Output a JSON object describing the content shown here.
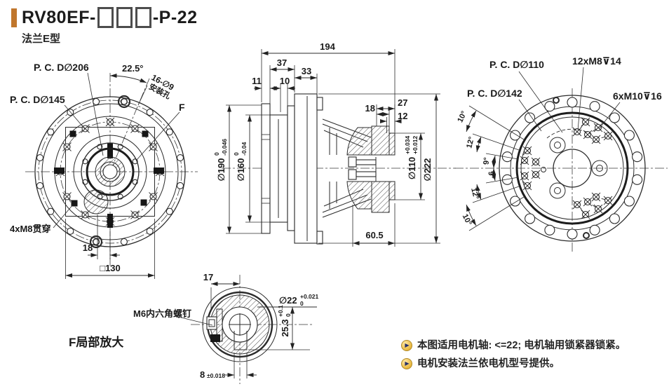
{
  "header": {
    "title_prefix": "RV80EF-",
    "title_suffix": "-P-22",
    "subtitle": "法兰E型"
  },
  "left_view": {
    "pcd206": "P. C. D∅206",
    "pcd145": "P. C. D∅145",
    "angle": "22.5°",
    "holes_line1": "16-∅9",
    "holes_line2": "安装孔",
    "f_label": "F",
    "m8_label": "4xM8贯穿",
    "dim_18": "18",
    "dim_square130": "□130"
  },
  "middle_view": {
    "dim_194": "194",
    "dim_37": "37",
    "dim_33": "33",
    "dim_11": "11",
    "dim_10": "10",
    "dim_27": "27",
    "dim_18": "18",
    "dim_12": "12",
    "dim_605": "60.5",
    "dia190": "∅190",
    "dia190_tol_top": "0",
    "dia190_tol_bot": "-0.046",
    "dia160": "∅160",
    "dia160_tol_top": "0",
    "dia160_tol_bot": "-0.04",
    "dia110": "∅110",
    "dia110_tol_top": "+0.034",
    "dia110_tol_bot": "+0.012",
    "dia222": "∅222"
  },
  "right_view": {
    "pcd110": "P. C. D∅110",
    "m8": "12xM8⊽14",
    "pcd142": "P. C. D∅142",
    "m10": "6xM10⊽16",
    "angles": [
      "10°",
      "12°",
      "9°",
      "9°",
      "12°",
      "10°"
    ]
  },
  "detail_view": {
    "title": "F局部放大",
    "dim_17": "17",
    "dia22": "∅22",
    "dia22_tol_top": "+0.021",
    "dia22_tol_bot": "0",
    "screw_label": "M6内六角螺钉",
    "dim_8": "8",
    "dim_8_tol": "±0.018",
    "dim_253": "25.3",
    "dim_253_tol_top": "+0.1",
    "dim_253_tol_bot": "0"
  },
  "notes": {
    "items": [
      "本图适用电机轴: <=22; 电机轴用锁紧器锁紧。",
      "电机安装法兰依电机型号提供。"
    ]
  },
  "colors": {
    "accent": "#c0762c",
    "line": "#2b2b2b",
    "bullet": "#ecc04c"
  }
}
